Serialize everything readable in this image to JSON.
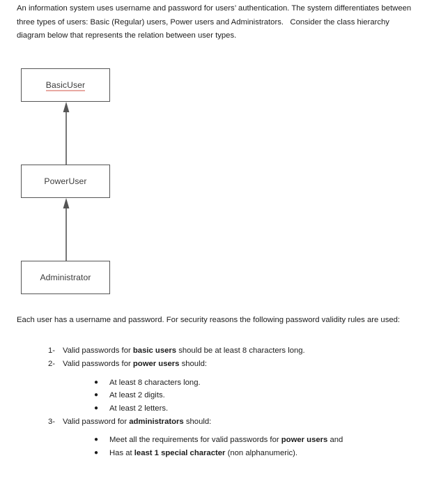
{
  "document": {
    "intro_paragraph": "An information system uses username and password for users’ authentication. The system differentiates between three types of users: Basic (Regular) users, Power users and Administrators.   Consider the class hierarchy diagram below that represents the relation between user types.",
    "rules_intro_paragraph": "Each user has a username and password. For security reasons the following password validity rules are used:"
  },
  "diagram": {
    "title": "class-hierarchy-diagram",
    "border_color": "#555555",
    "label_color": "#3b3b3b",
    "spellcheck_underline_color": "#e8a9a3",
    "classes": [
      {
        "id": "basicuser",
        "label": "BasicUser",
        "misspelled": true
      },
      {
        "id": "poweruser",
        "label": "PowerUser",
        "misspelled": false
      },
      {
        "id": "administrator",
        "label": "Administrator",
        "misspelled": false
      }
    ],
    "relations": [
      {
        "from": "PowerUser",
        "to": "BasicUser",
        "kind": "generalization"
      },
      {
        "from": "Administrator",
        "to": "PowerUser",
        "kind": "generalization"
      }
    ]
  },
  "rules": {
    "items": [
      {
        "marker": "1-",
        "text_prefix": "Valid passwords for ",
        "text_bold": "basic users",
        "text_suffix": " should be at least 8 characters long.",
        "sub_items": []
      },
      {
        "marker": "2-",
        "text_prefix": "Valid passwords for ",
        "text_bold": "power users",
        "text_suffix": " should:",
        "sub_items": [
          {
            "bullet": "●",
            "prefix": "At least 8 characters long.",
            "bold": "",
            "suffix": ""
          },
          {
            "bullet": "●",
            "prefix": "At least 2 digits.",
            "bold": "",
            "suffix": ""
          },
          {
            "bullet": "●",
            "prefix": "At least 2 letters.",
            "bold": "",
            "suffix": ""
          }
        ]
      },
      {
        "marker": "3-",
        "text_prefix": "Valid password for ",
        "text_bold": "administrators",
        "text_suffix": " should:",
        "sub_items": [
          {
            "bullet": "●",
            "prefix": "Meet all the requirements for valid passwords for ",
            "bold": "power users",
            "suffix": " and"
          },
          {
            "bullet": "●",
            "prefix": "Has at ",
            "bold": "least 1 special character",
            "suffix": " (non alphanumeric)."
          }
        ]
      }
    ]
  }
}
